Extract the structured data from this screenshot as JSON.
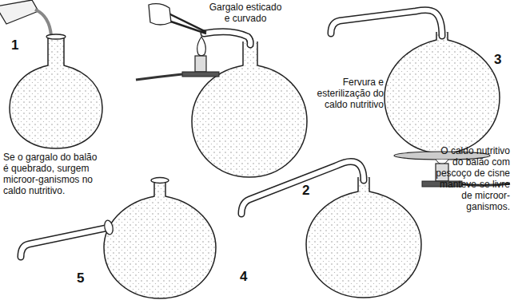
{
  "diagram": {
    "labels": [
      "1",
      "Gargalo esticado e curvado",
      "2",
      "3",
      "Fervura e esterilização do caldo nutritivo",
      "Se o gargalo do balão é quebrado, surgem microor-ganismos no caldo nutritivo.",
      "5",
      "4",
      "O caldo nutritivo do balão com pescoço de cisne manteve-se livre de microor-ganismos."
    ]
  }
}
